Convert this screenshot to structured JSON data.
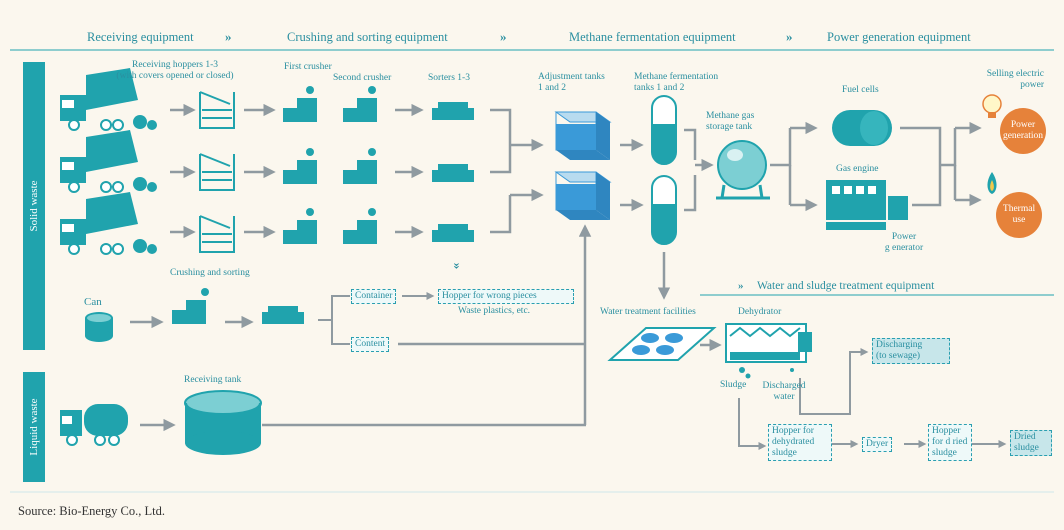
{
  "header": {
    "receiving": "Receiving equipment",
    "crushing": "Crushing and sorting equipment",
    "methane": "Methane fermentation equipment",
    "power": "Power generation equipment",
    "sep": "»"
  },
  "side": {
    "solid": "Solid waste",
    "liquid": "Liquid waste"
  },
  "labels": {
    "hoppers_1": "Receiving hoppers 1-3",
    "hoppers_2": "(with covers opened or closed)",
    "first_crusher": "First crusher",
    "second_crusher": "Second crusher",
    "sorters": "Sorters 1-3",
    "adj_1": "Adjustment tanks",
    "adj_2": "1 and 2",
    "meth_1": "Methane fermentation",
    "meth_2": "tanks 1 and 2",
    "gas_1": "Methane gas",
    "gas_2": "storage tank",
    "fuel_cells": "Fuel cells",
    "gas_engine": "Gas engine",
    "pg_1": "Power",
    "pg_2": "g enerator",
    "selling_1": "Selling electric",
    "selling_2": "power",
    "crushing_sorting": "Crushing and sorting",
    "can": "Can",
    "waste_plastics": "Waste plastics, etc.",
    "receiving_tank": "Receiving tank",
    "water_treat": "Water treatment facilities",
    "dehydrator": "Dehydrator",
    "sludge": "Sludge",
    "discharged_1": "Discharged",
    "discharged_2": "water",
    "wst_title": "Water and sludge treatment equipment",
    "wst_sep": "»",
    "down_sep": "»"
  },
  "boxes": {
    "container": "Container",
    "hopper_wrong": "Hopper for wrong pieces",
    "content": "Content",
    "discharging_1": "Discharging",
    "discharging_2": "(to sewage)",
    "hop_dehyd_1": "Hopper for",
    "hop_dehyd_2": "dehydrated",
    "hop_dehyd_3": "sludge",
    "dryer": "Dryer",
    "hop_dried_1": "Hopper",
    "hop_dried_2": "for d ried",
    "hop_dried_3": "sludge",
    "dried_1": "Dried",
    "dried_2": "sludge"
  },
  "outputs": {
    "power_1": "Power",
    "power_2": "generation",
    "thermal_1": "Thermal",
    "thermal_2": "use"
  },
  "source": "Source: Bio-Energy Co., Ltd.",
  "colors": {
    "teal": "#20a3ad",
    "blue": "#3a9ad8",
    "orange": "#e6823a",
    "arrow": "#8f9aa0"
  }
}
